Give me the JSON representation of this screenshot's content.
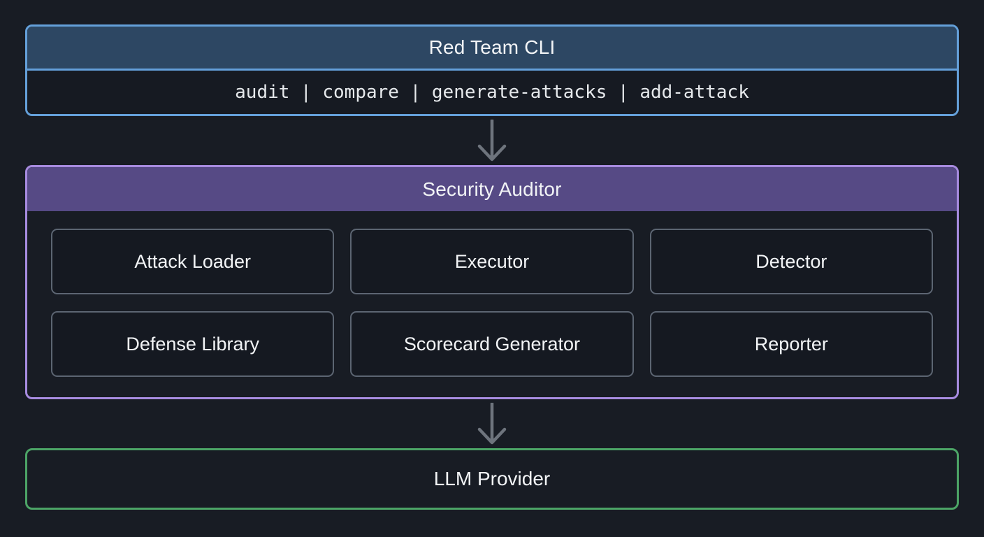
{
  "cli": {
    "title": "Red Team CLI",
    "commands": "audit | compare | generate-attacks | add-attack"
  },
  "auditor": {
    "title": "Security Auditor",
    "modules": [
      "Attack Loader",
      "Executor",
      "Detector",
      "Defense Library",
      "Scorecard Generator",
      "Reporter"
    ]
  },
  "provider": {
    "title": "LLM Provider"
  },
  "colors": {
    "background": "#181c24",
    "cli_border": "#64a0da",
    "cli_header_fill": "#2d4763",
    "cli_body_fill": "#161a22",
    "auditor_border": "#a78bdf",
    "auditor_header_fill": "#564a85",
    "provider_border": "#4ca466",
    "module_border": "#5c6572",
    "module_fill": "#151921",
    "arrow": "#6e747d"
  }
}
